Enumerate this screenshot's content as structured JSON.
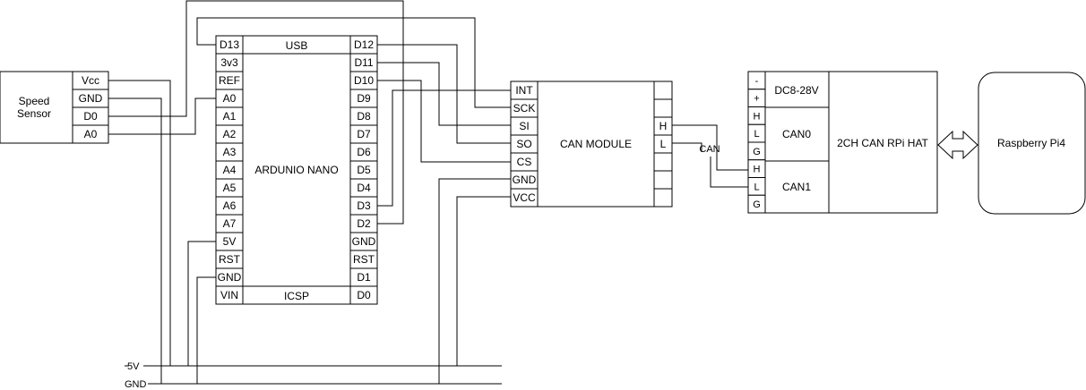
{
  "speed_sensor": {
    "title_line1": "Speed",
    "title_line2": "Sensor",
    "pins": [
      "Vcc",
      "GND",
      "D0",
      "A0"
    ]
  },
  "arduino": {
    "name": "ARDUNIO NANO",
    "top_label": "USB",
    "bottom_label": "ICSP",
    "left_pins": [
      "D13",
      "3v3",
      "REF",
      "A0",
      "A1",
      "A2",
      "A3",
      "A4",
      "A5",
      "A6",
      "A7",
      "5V",
      "RST",
      "GND",
      "VIN"
    ],
    "right_pins": [
      "D12",
      "D11",
      "D10",
      "D9",
      "D8",
      "D7",
      "D6",
      "D5",
      "D4",
      "D3",
      "D2",
      "GND",
      "RST",
      "D1",
      "D0"
    ]
  },
  "can_module": {
    "name": "CAN MODULE",
    "left_pins": [
      "INT",
      "SCK",
      "SI",
      "SO",
      "CS",
      "GND",
      "VCC"
    ],
    "right_pins": [
      "",
      "",
      "H",
      "L",
      "",
      "",
      ""
    ]
  },
  "can_label": "CAN",
  "hat": {
    "name": "2CH CAN RPi HAT",
    "pins": [
      "-",
      "+",
      "H",
      "L",
      "G",
      "H",
      "L",
      "G"
    ],
    "power_label": "DC8-28V",
    "can0_label": "CAN0",
    "can1_label": "CAN1"
  },
  "raspberry": {
    "name": "Raspberry Pi4"
  },
  "rails": {
    "v5_label": "5V",
    "gnd_label": "GND"
  }
}
